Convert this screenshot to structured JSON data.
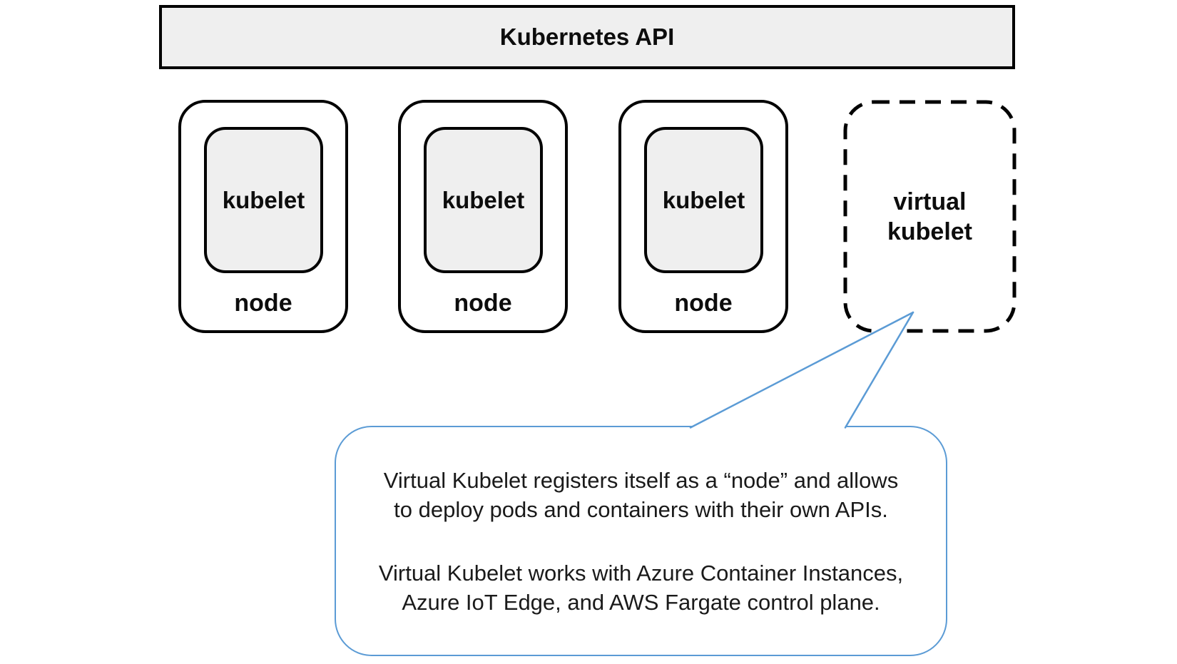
{
  "api_bar": {
    "label": "Kubernetes API"
  },
  "nodes": [
    {
      "kubelet": "kubelet",
      "label": "node"
    },
    {
      "kubelet": "kubelet",
      "label": "node"
    },
    {
      "kubelet": "kubelet",
      "label": "node"
    }
  ],
  "virtual_kubelet": {
    "line1": "virtual",
    "line2": "kubelet"
  },
  "callout": {
    "paragraph1": {
      "line1": "Virtual Kubelet registers itself as a “node” and allows",
      "line2": "to deploy pods and containers with their own APIs."
    },
    "paragraph2": {
      "line1": "Virtual Kubelet works with Azure Container Instances,",
      "line2": "Azure IoT Edge, and AWS Fargate control plane."
    }
  },
  "colors": {
    "callout_blue": "#5B9BD5",
    "panel_gray": "#efefef",
    "line_black": "#000000"
  }
}
